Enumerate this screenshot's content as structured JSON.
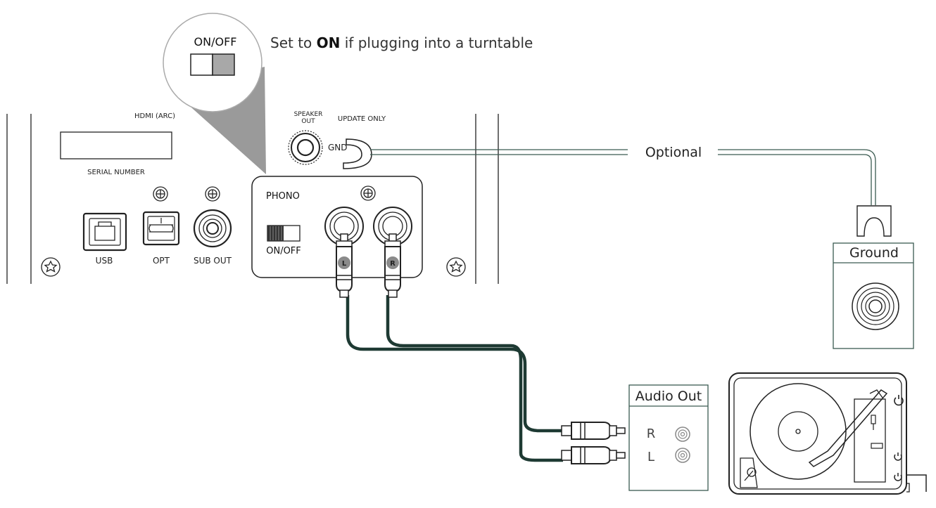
{
  "callout": {
    "switch_title": "ON/OFF",
    "instruction_prefix": "Set to ",
    "instruction_bold": "ON",
    "instruction_suffix": " if plugging into a turntable"
  },
  "panel": {
    "hdmi_label": "HDMI (ARC)",
    "serial_label": "SERIAL NUMBER",
    "usb_label": "USB",
    "opt_label": "OPT",
    "sub_out_label": "SUB OUT",
    "speaker_out_label_1": "SPEAKER",
    "speaker_out_label_2": "OUT",
    "update_only_label": "UPDATE ONLY",
    "gnd_label": "GND",
    "phono_label": "PHONO",
    "phono_switch_label": "ON/OFF",
    "left_plug_letter": "L",
    "right_plug_letter": "R"
  },
  "ground_wire": {
    "optional_label": "Optional",
    "ground_box_title": "Ground"
  },
  "audio_out": {
    "title": "Audio Out",
    "r_label": "R",
    "l_label": "L"
  },
  "colors": {
    "cable": "#1e3a33",
    "ground_wire": "#3a5a50",
    "outline": "#222222",
    "callout_grey": "#9a9a9a"
  }
}
